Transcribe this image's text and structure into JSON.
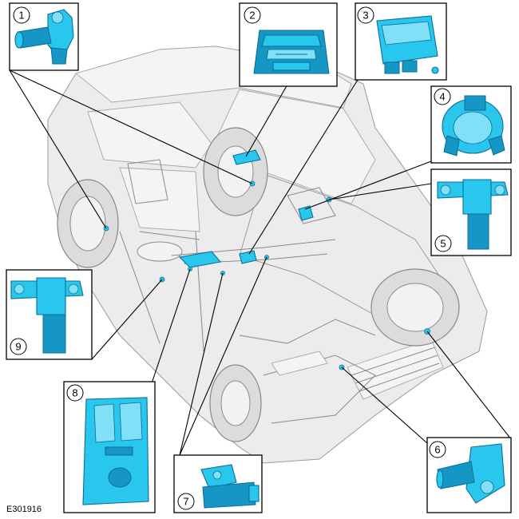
{
  "figure_id": "E301916",
  "callouts": [
    "1",
    "2",
    "3",
    "4",
    "5",
    "6",
    "7",
    "8",
    "9"
  ],
  "colors": {
    "component": "#29c6ee",
    "component_outline": "#0a6f94",
    "vehicle": "#8a8a8a"
  }
}
